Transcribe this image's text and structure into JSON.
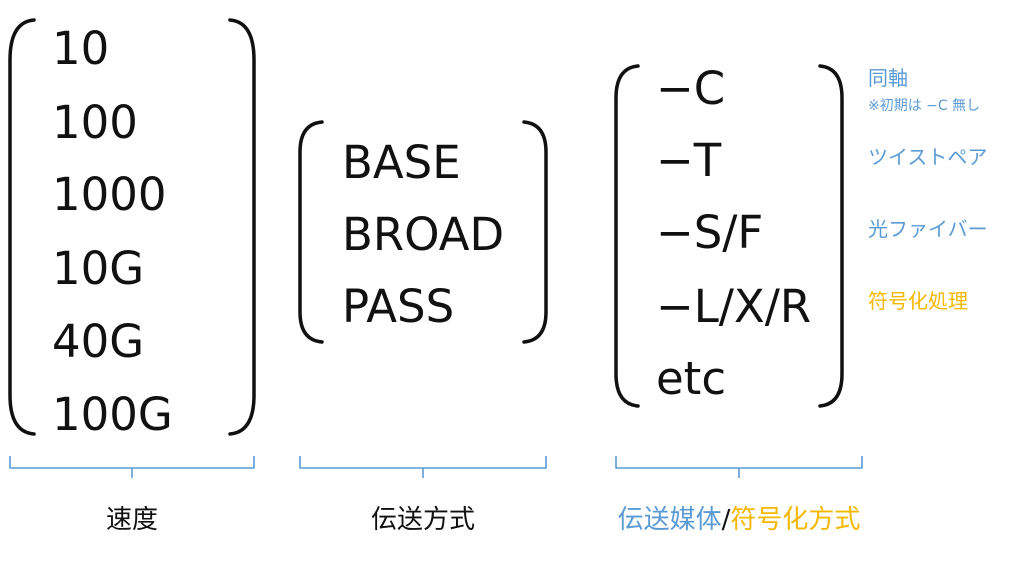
{
  "colors": {
    "text": "#111111",
    "blue": "#5b9bd5",
    "orange": "#f5b800"
  },
  "speed": {
    "items": [
      "10",
      "100",
      "1000",
      "10G",
      "40G",
      "100G"
    ],
    "label": "速度"
  },
  "transmission": {
    "items": [
      "BASE",
      "BROAD",
      "PASS"
    ],
    "label": "伝送方式"
  },
  "media": {
    "items": [
      "−C",
      "−T",
      "−S/F",
      "−L/X/R",
      "etc"
    ],
    "label_part1": "伝送媒体",
    "label_sep": "/",
    "label_part2": "符号化方式"
  },
  "notes": {
    "c": "同軸",
    "c_sub": "※初期は −C 無し",
    "t": "ツイストペア",
    "sf": "光ファイバー",
    "lxr": "符号化処理"
  }
}
